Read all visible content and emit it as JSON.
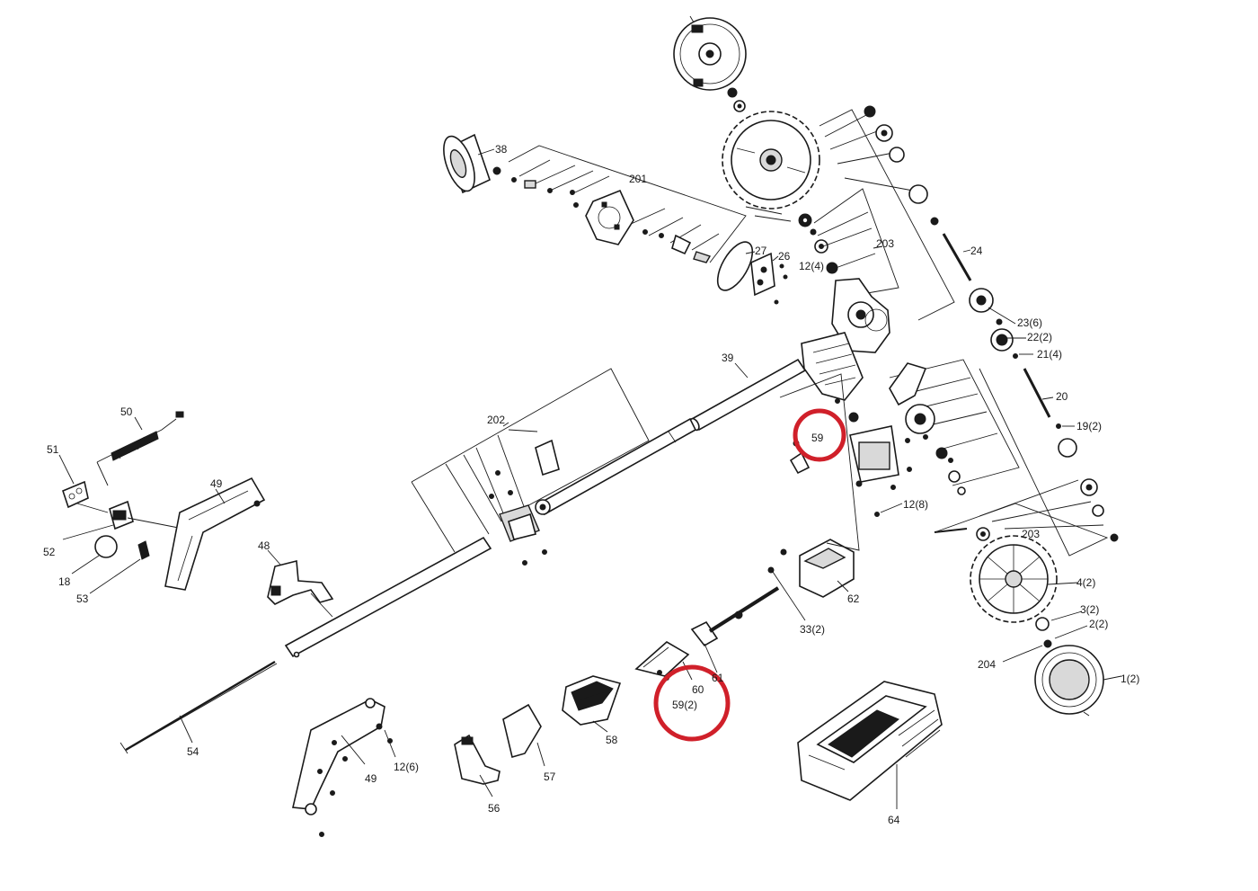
{
  "diagram": {
    "highlight_color": "#d0202a",
    "line_color": "#1a1a1a",
    "labels": [
      {
        "id": "l-38",
        "text": "38"
      },
      {
        "id": "l-201",
        "text": "201"
      },
      {
        "id": "l-27",
        "text": "27"
      },
      {
        "id": "l-26",
        "text": "26"
      },
      {
        "id": "l-12-4",
        "text": "12(4)"
      },
      {
        "id": "l-203a",
        "text": "203"
      },
      {
        "id": "l-24",
        "text": "24"
      },
      {
        "id": "l-23-6",
        "text": "23(6)"
      },
      {
        "id": "l-22-2",
        "text": "22(2)"
      },
      {
        "id": "l-21-4",
        "text": "21(4)"
      },
      {
        "id": "l-20",
        "text": "20"
      },
      {
        "id": "l-19-2",
        "text": "19(2)"
      },
      {
        "id": "l-39",
        "text": "39"
      },
      {
        "id": "l-202",
        "text": "202"
      },
      {
        "id": "l-50",
        "text": "50"
      },
      {
        "id": "l-51",
        "text": "51"
      },
      {
        "id": "l-49a",
        "text": "49"
      },
      {
        "id": "l-52",
        "text": "52"
      },
      {
        "id": "l-18",
        "text": "18"
      },
      {
        "id": "l-53",
        "text": "53"
      },
      {
        "id": "l-48",
        "text": "48"
      },
      {
        "id": "l-59",
        "text": "59"
      },
      {
        "id": "l-12-8",
        "text": "12(8)"
      },
      {
        "id": "l-203b",
        "text": "203"
      },
      {
        "id": "l-4-2",
        "text": "4(2)"
      },
      {
        "id": "l-3-2",
        "text": "3(2)"
      },
      {
        "id": "l-2-2",
        "text": "2(2)"
      },
      {
        "id": "l-204",
        "text": "204"
      },
      {
        "id": "l-1-2",
        "text": "1(2)"
      },
      {
        "id": "l-62",
        "text": "62"
      },
      {
        "id": "l-33-2",
        "text": "33(2)"
      },
      {
        "id": "l-60",
        "text": "60"
      },
      {
        "id": "l-61",
        "text": "61"
      },
      {
        "id": "l-59-2",
        "text": "59(2)"
      },
      {
        "id": "l-58",
        "text": "58"
      },
      {
        "id": "l-54",
        "text": "54"
      },
      {
        "id": "l-49b",
        "text": "49"
      },
      {
        "id": "l-12-6",
        "text": "12(6)"
      },
      {
        "id": "l-57",
        "text": "57"
      },
      {
        "id": "l-56",
        "text": "56"
      },
      {
        "id": "l-64",
        "text": "64"
      }
    ]
  }
}
